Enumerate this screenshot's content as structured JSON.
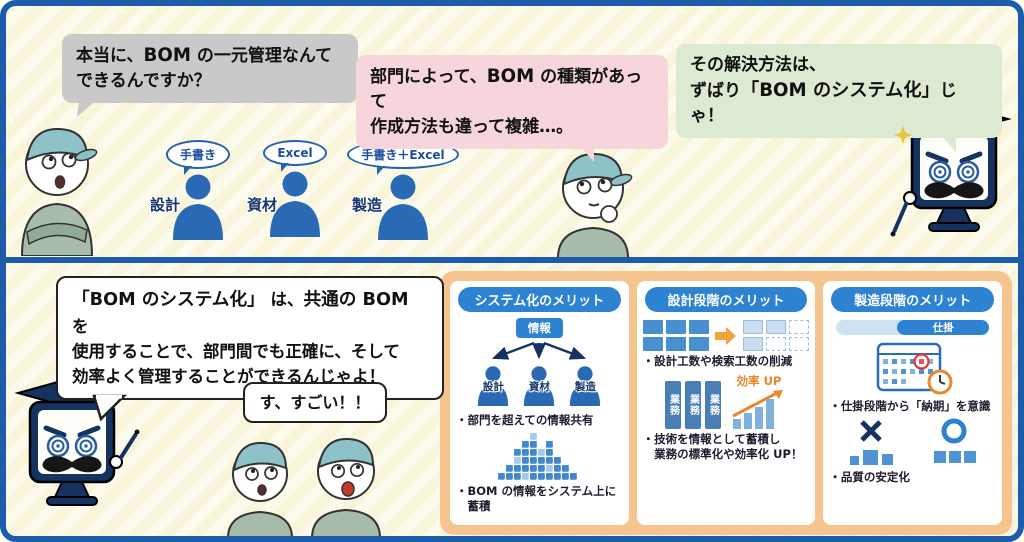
{
  "top": {
    "question": {
      "p0": "本当に、",
      "p1": "BOM",
      "p2": " の一元管理なんて",
      "p3": "できるんですか？"
    },
    "complexity": {
      "p0": "部門によって、",
      "p1": "BOM",
      "p2": " の種類があって",
      "p3": "作成方法も違って複雑…。"
    },
    "solution": {
      "p0": "その解決方法は、",
      "p1": "ずばり",
      "p2": "「BOM のシステム化」",
      "p3": "じゃ！"
    },
    "departments": [
      {
        "label": "設計",
        "tool": "手書き"
      },
      {
        "label": "資材",
        "tool": "Excel"
      },
      {
        "label": "製造",
        "tool": "手書き＋Excel"
      }
    ]
  },
  "bottom": {
    "explain": {
      "l1a": "「BOM のシステム化」",
      "l1b": " は、",
      "l1c": "共通の BOM",
      "l1d": " を",
      "l2": "使用することで、部門間でも正確に、そして",
      "l3": "効率よく管理することができるんじゃよ！"
    },
    "wow": "す、すごい！！",
    "cards": [
      {
        "title": "システム化のメリット",
        "info_badge": "情報",
        "depts": [
          "設計",
          "資材",
          "製造"
        ],
        "point1": "・部門を超えての情報共有",
        "point2a": "・BOM の情報をシステム上に",
        "point2b": "　蓄積"
      },
      {
        "title": "設計段階のメリット",
        "point1": "・設計工数や検索工数の削減",
        "bar_label": "業務",
        "efficiency": "効率 UP",
        "point2a": "・技術を情報として蓄積し",
        "point2b": "　業務の標準化や効率化 UP！"
      },
      {
        "title": "製造段階のメリット",
        "progress_label": "仕掛",
        "point1": "・仕掛段階から「納期」を意識",
        "point2": "・品質の安定化"
      }
    ]
  }
}
